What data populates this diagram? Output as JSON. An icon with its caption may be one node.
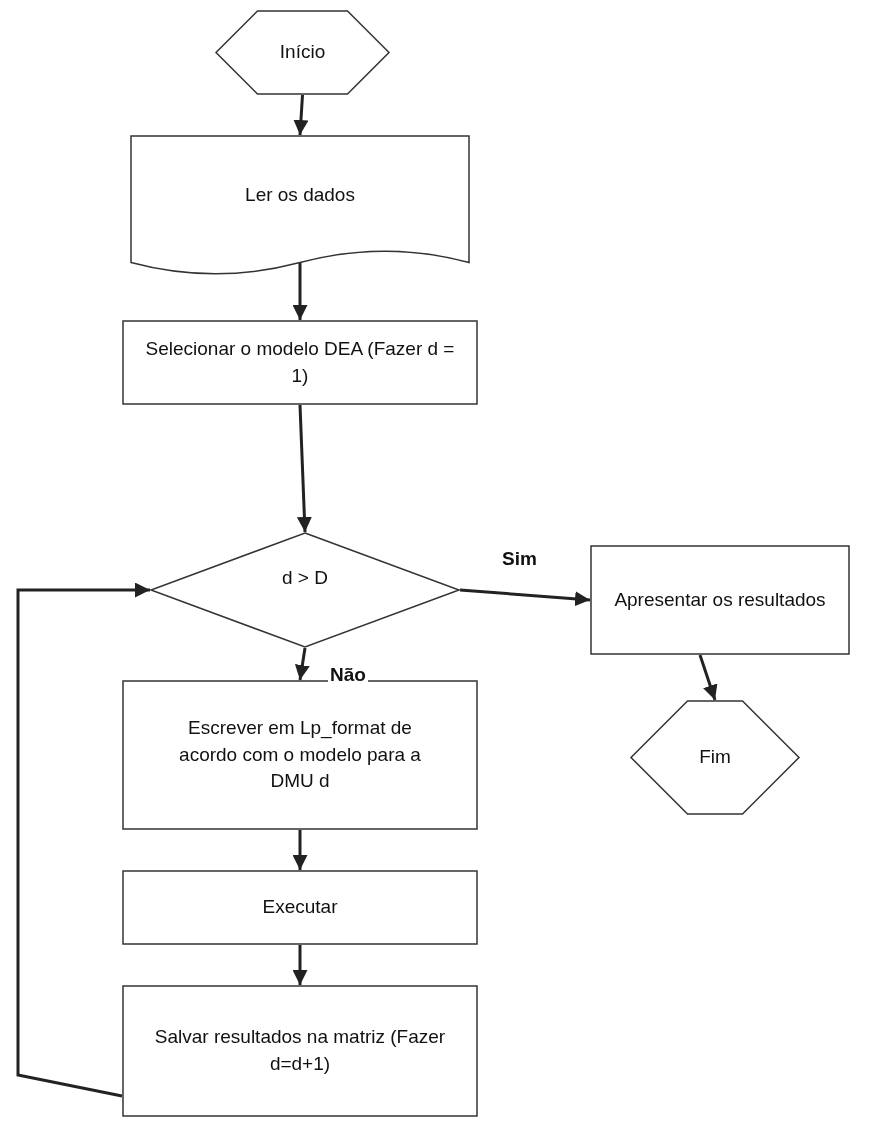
{
  "diagram": {
    "nodes": [
      {
        "text": [
          "Início"
        ]
      },
      {
        "text": [
          "Ler os dados"
        ]
      },
      {
        "text": [
          "Selecionar o modelo DEA (Fazer d = 1)"
        ]
      },
      {
        "text": [
          "d > D"
        ]
      },
      {
        "text": [
          "Apresentar os resultados"
        ]
      },
      {
        "text": [
          "Fim"
        ]
      },
      {
        "text": [
          "Escrever em Lp_format de acordo com o modelo para a DMU d"
        ]
      },
      {
        "text": [
          "Executar"
        ]
      },
      {
        "text": [
          "Salvar resultados na matriz (Fazer d=d+1)"
        ]
      }
    ],
    "edges": [
      {
        "from": 0,
        "to": 1,
        "arrow": "to"
      },
      {
        "from": 1,
        "to": 2,
        "arrow": "to"
      },
      {
        "from": 2,
        "to": 3,
        "arrow": "to"
      },
      {
        "from": 3,
        "to": 4,
        "arrow": "to",
        "label": "Sim"
      },
      {
        "from": 3,
        "to": 6,
        "arrow": "to",
        "label": "Não"
      },
      {
        "from": 4,
        "to": 5,
        "arrow": "to"
      },
      {
        "from": 6,
        "to": 7,
        "arrow": "to"
      },
      {
        "from": 7,
        "to": 8,
        "arrow": "to"
      },
      {
        "from": 8,
        "to": 3,
        "arrow": "to"
      }
    ]
  }
}
